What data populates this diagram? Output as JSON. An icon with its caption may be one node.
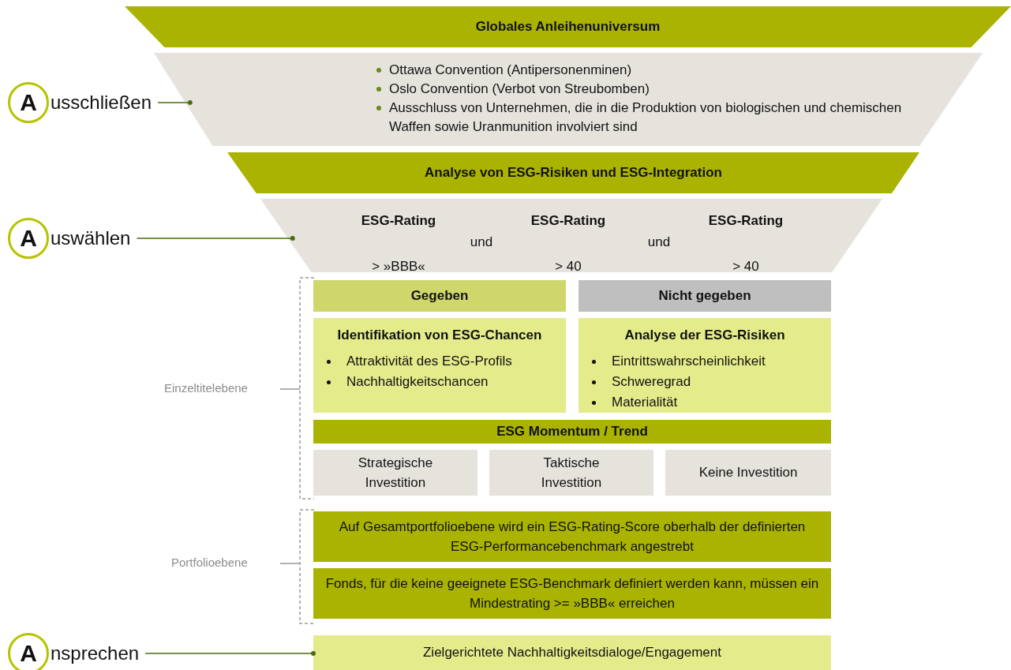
{
  "diagram": {
    "nodes": [
      {
        "text": [
          "Globales Anleihenuniversum"
        ]
      },
      {
        "text": [
          "Ottawa Convention (Antipersonenminen)",
          "Oslo Convention (Verbot von Streubomben)",
          "Ausschluss von Unternehmen, die in die Produktion von biologischen und chemischen Waffen sowie Uranmunition involviert sind"
        ]
      },
      {
        "text": [
          "Analyse von ESG-Risiken und ESG-Integration"
        ]
      },
      {
        "text": [
          "ESG-Rating",
          "und",
          "ESG-Rating",
          "und",
          "ESG-Rating",
          "> »BBB«",
          "> 40",
          "> 40"
        ]
      },
      {
        "text": [
          "Gegeben"
        ]
      },
      {
        "text": [
          "Nicht gegeben"
        ]
      },
      {
        "text": [
          "Identifikation von ESG-Chancen",
          "Attraktivität des ESG-Profils",
          "Nachhaltigkeitschancen"
        ]
      },
      {
        "text": [
          "Analyse der ESG-Risiken",
          "Eintrittswahrscheinlichkeit",
          "Schweregrad",
          "Materialität"
        ]
      },
      {
        "text": [
          "ESG Momentum / Trend"
        ]
      },
      {
        "text": [
          "Strategische Investition"
        ]
      },
      {
        "text": [
          "Taktische Investition"
        ]
      },
      {
        "text": [
          "Keine Investition"
        ]
      },
      {
        "text": [
          "Auf Gesamtportfolioebene wird ein ESG-Rating-Score oberhalb der definierten ESG-Performancebenchmark angestrebt"
        ]
      },
      {
        "text": [
          "Fonds, für die keine geeignete ESG-Benchmark definiert werden kann, müssen ein Mindestrating >= »BBB« erreichen"
        ]
      },
      {
        "text": [
          "Zielgerichtete Nachhaltigkeitsdialoge/Engagement"
        ]
      },
      {
        "text": [
          "A"
        ],
        "beside": [
          "usschließen"
        ]
      },
      {
        "text": [
          "A"
        ],
        "beside": [
          "uswählen"
        ]
      },
      {
        "text": [
          "A"
        ],
        "beside": [
          "nsprechen"
        ]
      }
    ],
    "edges": [
      {
        "from": 15,
        "to": 1,
        "arrow": "other"
      },
      {
        "from": 16,
        "to": 3,
        "arrow": "other"
      },
      {
        "from": 17,
        "to": 14,
        "arrow": "other"
      }
    ],
    "labels": [
      "Einzeltitelebene",
      "Portfolioebene"
    ]
  }
}
